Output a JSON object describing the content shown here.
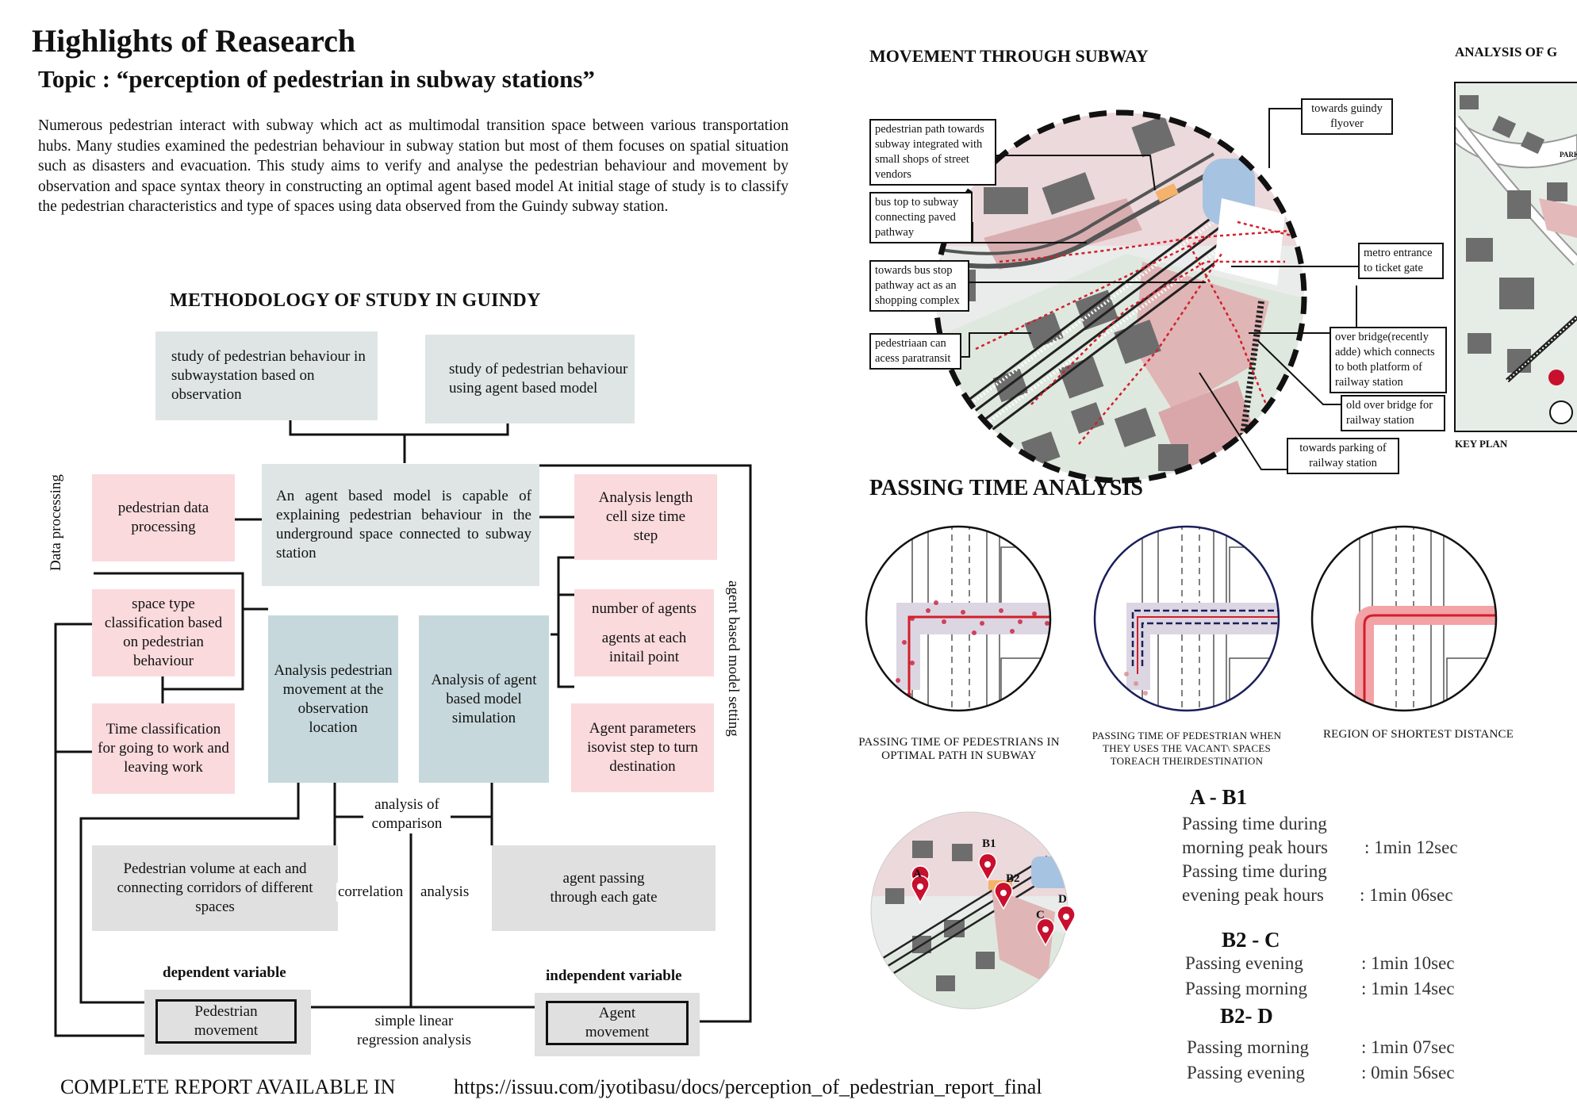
{
  "header": {
    "title": "Highlights of Reasearch",
    "topic": "Topic : “perception of pedestrian in subway stations”",
    "paragraph": "Numerous pedestrian interact with subway which act as multimodal transition space between various transportation hubs. Many studies examined the pedestrian behaviour in subway station but most of them focuses on spatial situation such as disasters and evacuation. This study aims to verify and analyse the pedestrian behaviour and movement by observation and space syntax theory in constructing an optimal agent based model At initial stage of study is to classify the pedestrian characteristics and type of spaces using data observed from the Guindy subway station."
  },
  "methodology": {
    "title": "METHODOLOGY OF STUDY IN GUINDY",
    "study_observation": "study of pedestrian behaviour in subwaystation based on observation",
    "study_agent": "study of pedestrian behaviour using agent based model",
    "center": "An agent based model is capable of explaining pedestrian behaviour in the underground space connected to subway station",
    "data_processing_label": "Data processing",
    "agent_setting_label": "agent based model setting",
    "ped_data": "pedestrian data processing",
    "space_type": "space type classification based on pedestrian behaviour",
    "time_class": "Time classification for going to work and leaving work",
    "analysis_ped": "Analysis pedestrian movement at the observation location",
    "analysis_abm": "Analysis of agent based model simulation",
    "analysis_length": "Analysis length cell size time step",
    "num_agents": "number of agents",
    "agents_point": "agents at each initail point",
    "agent_params": "Agent parameters isovist step to turn destination",
    "analysis_comparison": "analysis of comparison",
    "ped_volume": "Pedestrian volume at each and connecting corridors of different spaces",
    "correlation": "correlation",
    "analysis": "analysis",
    "agent_gate": "agent passing through each gate",
    "dependent_label": "dependent variable",
    "independent_label": "independent variable",
    "ped_movement": "Pedestrian movement",
    "agent_movement": "Agent movement",
    "regression": "simple linear regression analysis"
  },
  "footer": {
    "label": "COMPLETE REPORT AVAILABLE IN",
    "url": "https://issuu.com/jyotibasu/docs/perception_of_pedestrian_report_final"
  },
  "movement": {
    "title": "MOVEMENT THROUGH SUBWAY",
    "callouts": [
      "pedestrian path towards subway integrated with small shops of street vendors",
      "bus top to subway connecting paved pathway",
      "towards bus stop pathway act as an shopping complex",
      "pedestriaan can acess paratransit",
      "towards guindy flyover",
      "metro entrance to ticket gate",
      "over bridge(recently adde) which connects to both platform of railway station",
      "old over bridge for railway station",
      "towards parking of railway station"
    ]
  },
  "analysis_of": {
    "title": "ANALYSIS OF G",
    "keyplan": "KEY PLAN",
    "park_label": "PARK"
  },
  "passing": {
    "title": "PASSING TIME ANALYSIS",
    "cap1": "PASSING TIME OF PEDESTRIANS IN OPTIMAL PATH IN SUBWAY",
    "cap2": "PASSING TIME OF PEDESTRIAN WHEN THEY USES THE VACANT\\ SPACES TOREACH THEIRDESTINATION",
    "cap3": "REGION OF SHORTEST DISTANCE",
    "markers": [
      "A",
      "B1",
      "B2",
      "C",
      "D"
    ],
    "ab1_head": "A - B1",
    "ab1_l1": "Passing time during",
    "ab1_l2": "morning peak hours",
    "ab1_v1": ":   1min 12sec",
    "ab1_l3": "Passing time during",
    "ab1_l4": "evening peak hours",
    "ab1_v2": ":   1min 06sec",
    "b2c_head": "B2 - C",
    "b2c_l1": "Passing evening",
    "b2c_v1": ":   1min 10sec",
    "b2c_l2": "Passing morning",
    "b2c_v2": ":   1min 14sec",
    "b2d_head": "B2- D",
    "b2d_l1": "Passing morning",
    "b2d_v1": ":   1min 07sec",
    "b2d_l2": "Passing evening",
    "b2d_v2": ":   0min 56sec"
  },
  "colors": {
    "grey_box": "#dfe5e5",
    "pink_box": "#fadadd",
    "teal_box": "#c6d8dc",
    "path_red": "#d21f2b",
    "marker_red": "#c8102e"
  }
}
